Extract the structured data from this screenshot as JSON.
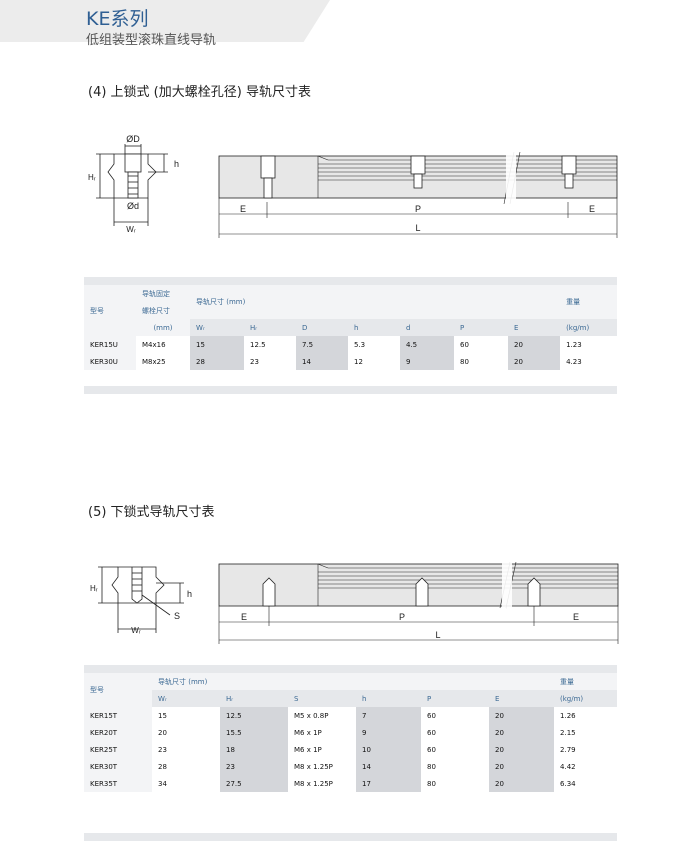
{
  "header": {
    "title": "KE系列",
    "subtitle": "低组装型滚珠直线导轨"
  },
  "section1": {
    "title": "(4) 上锁式 (加大螺栓孔径) 导轨尺寸表",
    "diagram": {
      "d_upper": "ØD",
      "d_lower": "Ød",
      "h": "h",
      "hr": "Hᵣ",
      "wr": "Wᵣ",
      "e": "E",
      "p": "P",
      "l": "L"
    },
    "table": {
      "model": "型号",
      "bolt_l1": "导轨固定",
      "bolt_l2": "螺栓尺寸",
      "bolt_unit": "(mm)",
      "dims": "导轨尺寸 (mm)",
      "weight": "重量",
      "cols": [
        "Wᵣ",
        "Hᵣ",
        "D",
        "h",
        "d",
        "P",
        "E"
      ],
      "weight_unit": "(kg/m)",
      "rows": [
        [
          "KER15U",
          "M4x16",
          "15",
          "12.5",
          "7.5",
          "5.3",
          "4.5",
          "60",
          "20",
          "1.23"
        ],
        [
          "KER30U",
          "M8x25",
          "28",
          "23",
          "14",
          "12",
          "9",
          "80",
          "20",
          "4.23"
        ]
      ]
    }
  },
  "section2": {
    "title": "(5) 下锁式导轨尺寸表",
    "diagram": {
      "h": "h",
      "hr": "Hᵣ",
      "wr": "Wᵣ",
      "s": "S",
      "e": "E",
      "p": "P",
      "l": "L"
    },
    "table": {
      "model": "型号",
      "dims": "导轨尺寸 (mm)",
      "weight": "重量",
      "cols": [
        "Wᵣ",
        "Hᵣ",
        "S",
        "h",
        "P",
        "E"
      ],
      "weight_unit": "(kg/m)",
      "rows": [
        [
          "KER15T",
          "15",
          "12.5",
          "M5 x 0.8P",
          "7",
          "60",
          "20",
          "1.26"
        ],
        [
          "KER20T",
          "20",
          "15.5",
          "M6 x 1P",
          "9",
          "60",
          "20",
          "2.15"
        ],
        [
          "KER25T",
          "23",
          "18",
          "M6 x 1P",
          "10",
          "60",
          "20",
          "2.79"
        ],
        [
          "KER30T",
          "28",
          "23",
          "M8 x 1.25P",
          "14",
          "80",
          "20",
          "4.42"
        ],
        [
          "KER35T",
          "34",
          "27.5",
          "M8 x 1.25P",
          "17",
          "80",
          "20",
          "6.34"
        ]
      ]
    }
  }
}
